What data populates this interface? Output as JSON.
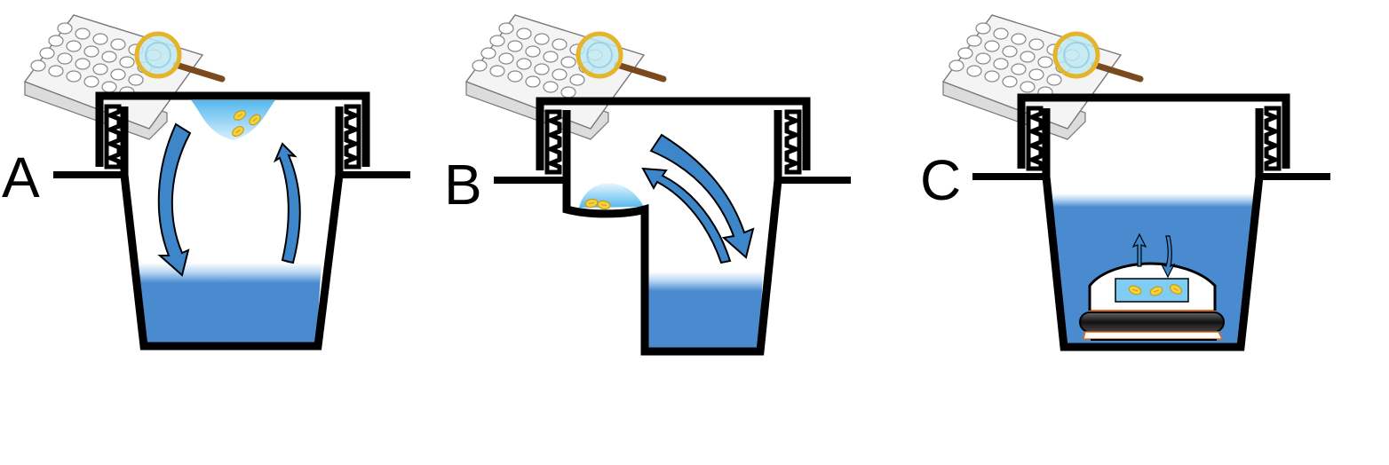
{
  "panels": [
    {
      "id": "A",
      "label": "A"
    },
    {
      "id": "B",
      "label": "B"
    },
    {
      "id": "C",
      "label": "C"
    }
  ],
  "colors": {
    "outline": "#000000",
    "liquid": "#4a8bd0",
    "liquid_light": "#bfe4fb",
    "droplet": "#7fcdf4",
    "arrow_fill": "#3d86c9",
    "particle": "#f4d33a",
    "particle_edge": "#c69b1a",
    "plate": "#f4f4f4",
    "lens_rim": "#e4b52a",
    "handle": "#7a4a1e",
    "gasket": "#e36a1e"
  },
  "icons": [
    "multiwell-plate-icon",
    "magnifying-glass-icon"
  ]
}
